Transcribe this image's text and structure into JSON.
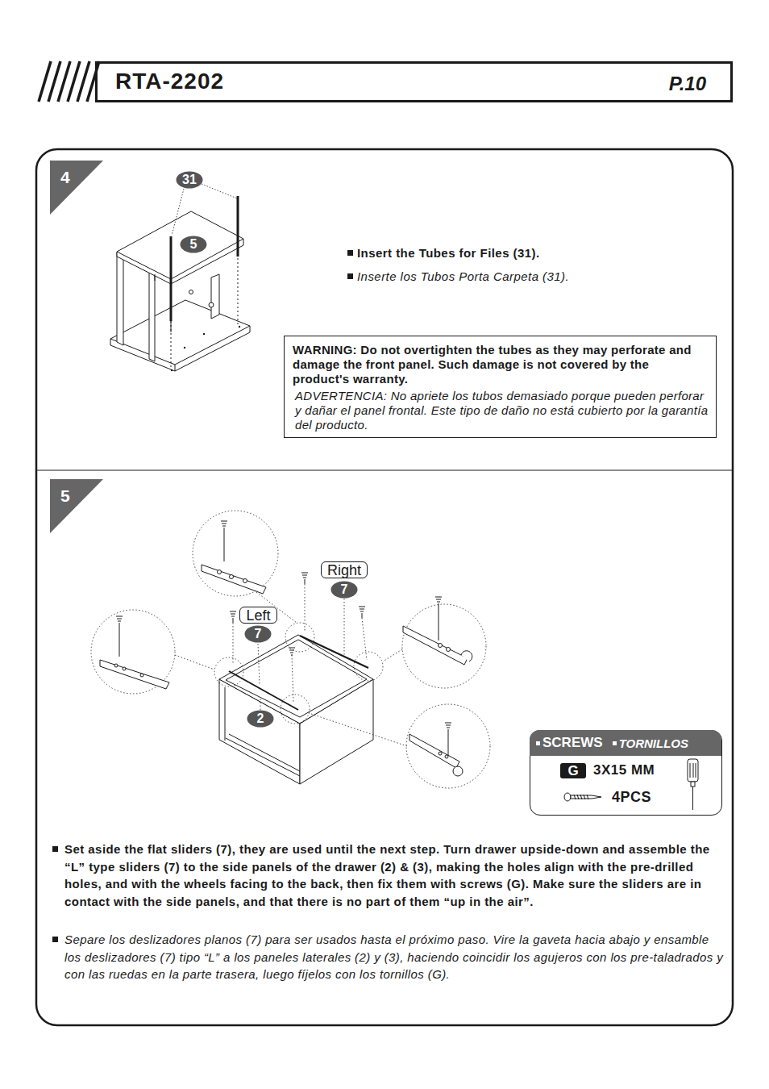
{
  "diagram": {
    "nodes": [
      {
        "text": [
          "RTA-2202",
          "P.10"
        ]
      },
      {
        "text": [
          "4"
        ]
      },
      {
        "text": [
          "31"
        ]
      },
      {
        "text": [
          "5"
        ]
      },
      {
        "text": [
          "WARNING: Do not overtighten the tubes as they may perforate and damage the front panel. Such damage is not covered by the product's warranty.",
          "ADVERTENCIA: No apriete los tubos demasiado porque pueden perforar y dañar el panel frontal. Este tipo de daño no está cubierto por la garantía del producto."
        ]
      },
      {
        "text": [
          "5"
        ]
      },
      {
        "text": [
          "Right"
        ]
      },
      {
        "text": [
          "7"
        ]
      },
      {
        "text": [
          "Left"
        ]
      },
      {
        "text": [
          "7"
        ]
      },
      {
        "text": [
          "2"
        ]
      },
      {
        "text": [
          "3X15 MM",
          "4PCS"
        ]
      },
      {
        "text": [
          "SCREWS",
          "TORNILLOS"
        ],
        "in": 11
      },
      {
        "text": [
          "G"
        ],
        "in": 11
      }
    ],
    "labels": [
      "Insert the Tubes for Files (31).",
      "Inserte los Tubos Porta Carpeta (31).",
      "Set aside the flat sliders (7), they are used until the next step. Turn drawer upside-down and assemble the “L” type sliders (7) to the side panels of the drawer (2) & (3), making the holes align with the pre-drilled holes, and with the wheels facing to the back, then fix them with screws (G). Make sure the sliders are in contact with the side panels, and that there is no part of them “up in the air”.",
      "Separe los deslizadores planos (7) para ser usados hasta el próximo paso. Vire la gaveta hacia abajo y ensamble los deslizadores (7) tipo “L” a los paneles laterales (2) y (3), haciendo coincidir los agujeros con los pre-taladrados y con las ruedas en la parte trasera, luego fíjelos con los tornillos (G)."
    ]
  }
}
